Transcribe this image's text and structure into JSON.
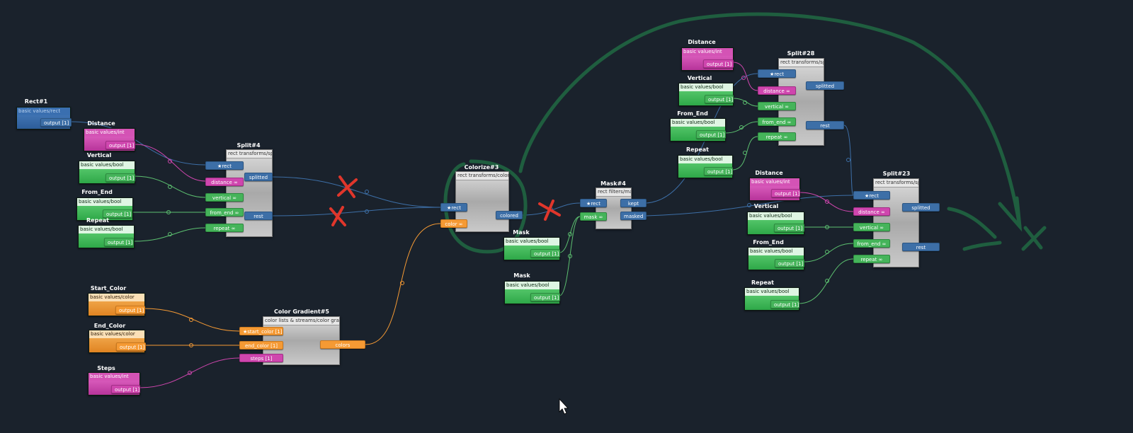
{
  "colors": {
    "background": "#1a222c",
    "blue": "#3d6fa7",
    "green": "#45b45a",
    "pink": "#cf46ae",
    "orange": "#f59a34",
    "annotation_red": "#e0362b",
    "annotation_green": "#1f5e3f"
  },
  "graph": {
    "rect1": {
      "title": "Rect#1",
      "subtitle": "basic values/rect",
      "out": "output [1]"
    },
    "split4": {
      "title": "Split#4",
      "subtitle": "rect transforms/split",
      "in_rect": "★rect",
      "in_distance": "distance ∞",
      "in_vertical": "vertical ∞",
      "in_from_end": "from_end ∞",
      "in_repeat": "repeat ∞",
      "out_splitted": "splitted",
      "out_rest": "rest"
    },
    "dist_a": {
      "title": "Distance",
      "subtitle": "basic values/int",
      "out": "output [1]"
    },
    "vert_a": {
      "title": "Vertical",
      "subtitle": "basic values/bool",
      "out": "output [1]"
    },
    "fromend_a": {
      "title": "From_End",
      "subtitle": "basic values/bool",
      "out": "output [1]"
    },
    "repeat_a": {
      "title": "Repeat",
      "subtitle": "basic values/bool",
      "out": "output [1]"
    },
    "startcolor": {
      "title": "Start_Color",
      "subtitle": "basic values/color",
      "out": "output [1]"
    },
    "endcolor": {
      "title": "End_Color",
      "subtitle": "basic values/color",
      "out": "output [1]"
    },
    "steps": {
      "title": "Steps",
      "subtitle": "basic values/int",
      "out": "output [1]"
    },
    "gradient5": {
      "title": "Color Gradient#5",
      "subtitle": "color lists & streams/color gradient",
      "in_start": "★start_color [1]",
      "in_end": "end_color [1]",
      "in_steps": "steps [1]",
      "out_colors": "colors"
    },
    "colorize3": {
      "title": "Colorize#3",
      "subtitle": "rect transforms/colorize",
      "in_rect": "★rect",
      "in_color": "color ∞",
      "out_colored": "colored"
    },
    "mask_a": {
      "title": "Mask",
      "subtitle": "basic values/bool",
      "out": "output [1]"
    },
    "mask_b": {
      "title": "Mask",
      "subtitle": "basic values/bool",
      "out": "output [1]"
    },
    "mask4": {
      "title": "Mask#4",
      "subtitle": "rect filters/mask",
      "in_rect": "★rect",
      "in_mask": "mask ∞",
      "out_kept": "kept",
      "out_masked": "masked"
    },
    "dist_b": {
      "title": "Distance",
      "subtitle": "basic values/int",
      "out": "output [1]"
    },
    "vert_b": {
      "title": "Vertical",
      "subtitle": "basic values/bool",
      "out": "output [1]"
    },
    "fromend_b": {
      "title": "From_End",
      "subtitle": "basic values/bool",
      "out": "output [1]"
    },
    "repeat_b": {
      "title": "Repeat",
      "subtitle": "basic values/bool",
      "out": "output [1]"
    },
    "split28": {
      "title": "Split#28",
      "subtitle": "rect transforms/split",
      "in_rect": "★rect",
      "in_distance": "distance ∞",
      "in_vertical": "vertical ∞",
      "in_from_end": "from_end ∞",
      "in_repeat": "repeat ∞",
      "out_splitted": "splitted",
      "out_rest": "rest"
    },
    "dist_c": {
      "title": "Distance",
      "subtitle": "basic values/int",
      "out": "output [1]"
    },
    "vert_c": {
      "title": "Vertical",
      "subtitle": "basic values/bool",
      "out": "output [1]"
    },
    "fromend_c": {
      "title": "From_End",
      "subtitle": "basic values/bool",
      "out": "output [1]"
    },
    "repeat_c": {
      "title": "Repeat",
      "subtitle": "basic values/bool",
      "out": "output [1]"
    },
    "split23": {
      "title": "Split#23",
      "subtitle": "rect transforms/split",
      "in_rect": "★rect",
      "in_distance": "distance ∞",
      "in_vertical": "vertical ∞",
      "in_from_end": "from_end ∞",
      "in_repeat": "repeat ∞",
      "out_splitted": "splitted",
      "out_rest": "rest"
    }
  }
}
